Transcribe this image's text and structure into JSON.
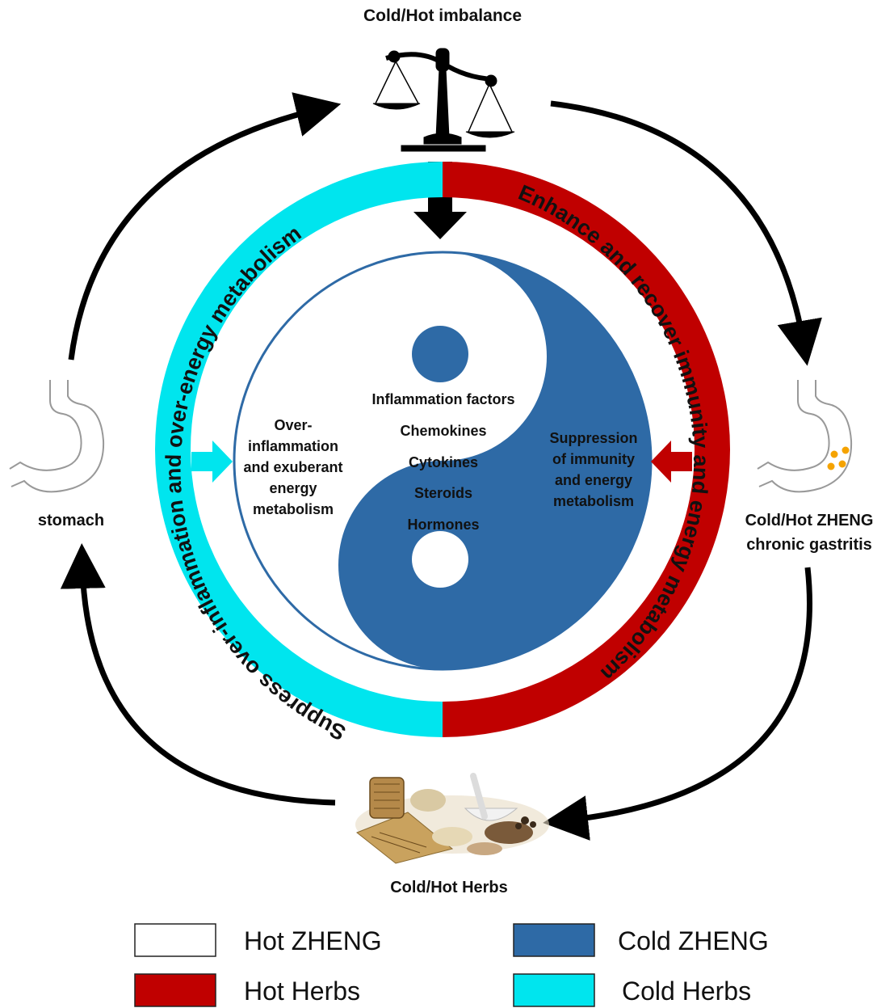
{
  "top_label": "Cold/Hot imbalance",
  "bottom_label": "Cold/Hot Herbs",
  "left_label": "stomach",
  "right_label_line1": "Cold/Hot ZHENG",
  "right_label_line2": "chronic gastritis",
  "ring_left_text": "Suppress over-inflammation and over-energy metabolism",
  "ring_right_text": "Enhance and recover immunity and energy metabolism",
  "inner_left": [
    "Over-",
    "inflammation",
    "and exuberant",
    "energy",
    "metabolism"
  ],
  "inner_right": [
    "Suppression",
    "of immunity",
    "and energy",
    "metabolism"
  ],
  "center_list": [
    "Inflammation factors",
    "Chemokines",
    "Cytokines",
    "Steroids",
    "Hormones"
  ],
  "legend": {
    "hot_zheng": "Hot ZHENG",
    "cold_zheng": "Cold ZHENG",
    "hot_herbs": "Hot Herbs",
    "cold_herbs": "Cold Herbs"
  },
  "colors": {
    "hot_zheng": "#ffffff",
    "cold_zheng": "#2e6aa6",
    "hot_herbs": "#c00000",
    "cold_herbs": "#00e5ee",
    "arrow": "#000000",
    "pill_dots": "#f5a300"
  },
  "icons": [
    "balance-scale-icon",
    "stomach-icon",
    "stomach-with-dots-icon",
    "herbs-image-icon"
  ]
}
